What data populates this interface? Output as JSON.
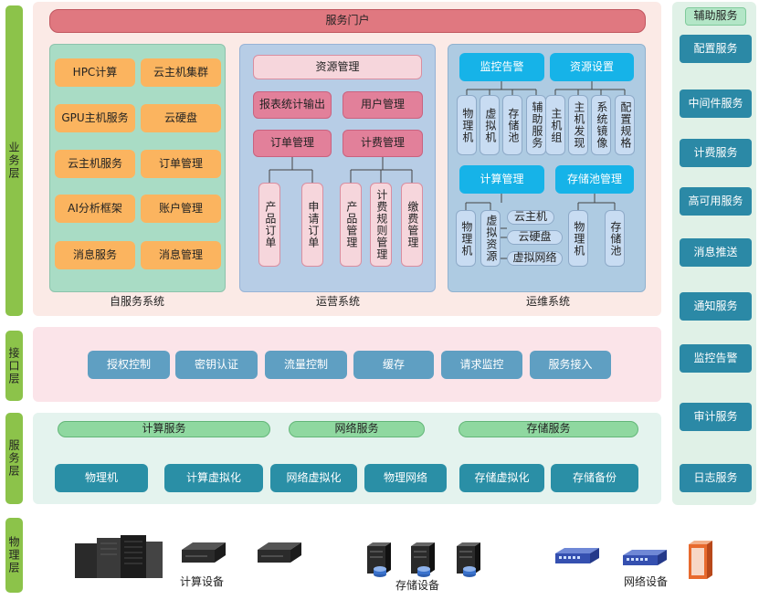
{
  "layers": {
    "business": "业务层",
    "interface": "接口层",
    "service": "服务层",
    "physical": "物理层"
  },
  "portal": "服务门户",
  "self_service": {
    "caption": "自服务系统",
    "items": [
      "HPC计算",
      "云主机集群",
      "GPU主机服务",
      "云硬盘",
      "云主机服务",
      "订单管理",
      "AI分析框架",
      "账户管理",
      "消息服务",
      "消息管理"
    ]
  },
  "operation": {
    "caption": "运营系统",
    "resource_mgmt": "资源管理",
    "report": "报表统计输出",
    "user_mgmt": "用户管理",
    "order_mgmt": "订单管理",
    "billing_mgmt": "计费管理",
    "order_children": [
      "产品订单",
      "申请订单"
    ],
    "billing_children": [
      "产品管理",
      "计费规则管理",
      "缴费管理"
    ]
  },
  "maintenance": {
    "caption": "运维系统",
    "monitor": "监控告警",
    "resource_settings": "资源设置",
    "monitor_children": [
      "物理机",
      "虚拟机",
      "存储池",
      "辅助服务"
    ],
    "settings_children": [
      "主机组",
      "主机发现",
      "系统镜像",
      "配置规格"
    ],
    "compute_mgmt": "计算管理",
    "storage_pool_mgmt": "存储池管理",
    "compute_children": [
      "物理机",
      "虚拟资源"
    ],
    "virtual_children": [
      "云主机",
      "云硬盘",
      "虚拟网络"
    ],
    "storage_children": [
      "物理机",
      "存储池"
    ]
  },
  "interface_items": [
    "授权控制",
    "密钥认证",
    "流量控制",
    "缓存",
    "请求监控",
    "服务接入"
  ],
  "service_groups": [
    {
      "title": "计算服务",
      "children": [
        "物理机",
        "计算虚拟化"
      ]
    },
    {
      "title": "网络服务",
      "children": [
        "网络虚拟化",
        "物理网络"
      ]
    },
    {
      "title": "存储服务",
      "children": [
        "存储虚拟化",
        "存储备份"
      ]
    }
  ],
  "auxiliary": {
    "title": "辅助服务",
    "items": [
      "配置服务",
      "中间件服务",
      "计费服务",
      "高可用服务",
      "消息推送",
      "通知服务",
      "监控告警",
      "审计服务",
      "日志服务"
    ]
  },
  "physical": {
    "compute_label": "计算设备",
    "storage_label": "存储设备",
    "network_label": "网络设备"
  },
  "colors": {
    "layer_tab": "#8cc34a",
    "business_bg": "#fbeae6",
    "interface_bg": "#fbe4e9",
    "service_bg": "#e4f3ee",
    "aux_bg": "#e0f1e7",
    "self_service_bg": "#a9dcc5",
    "operation_bg": "#b7cde6",
    "maintenance_bg": "#aecbe2"
  }
}
